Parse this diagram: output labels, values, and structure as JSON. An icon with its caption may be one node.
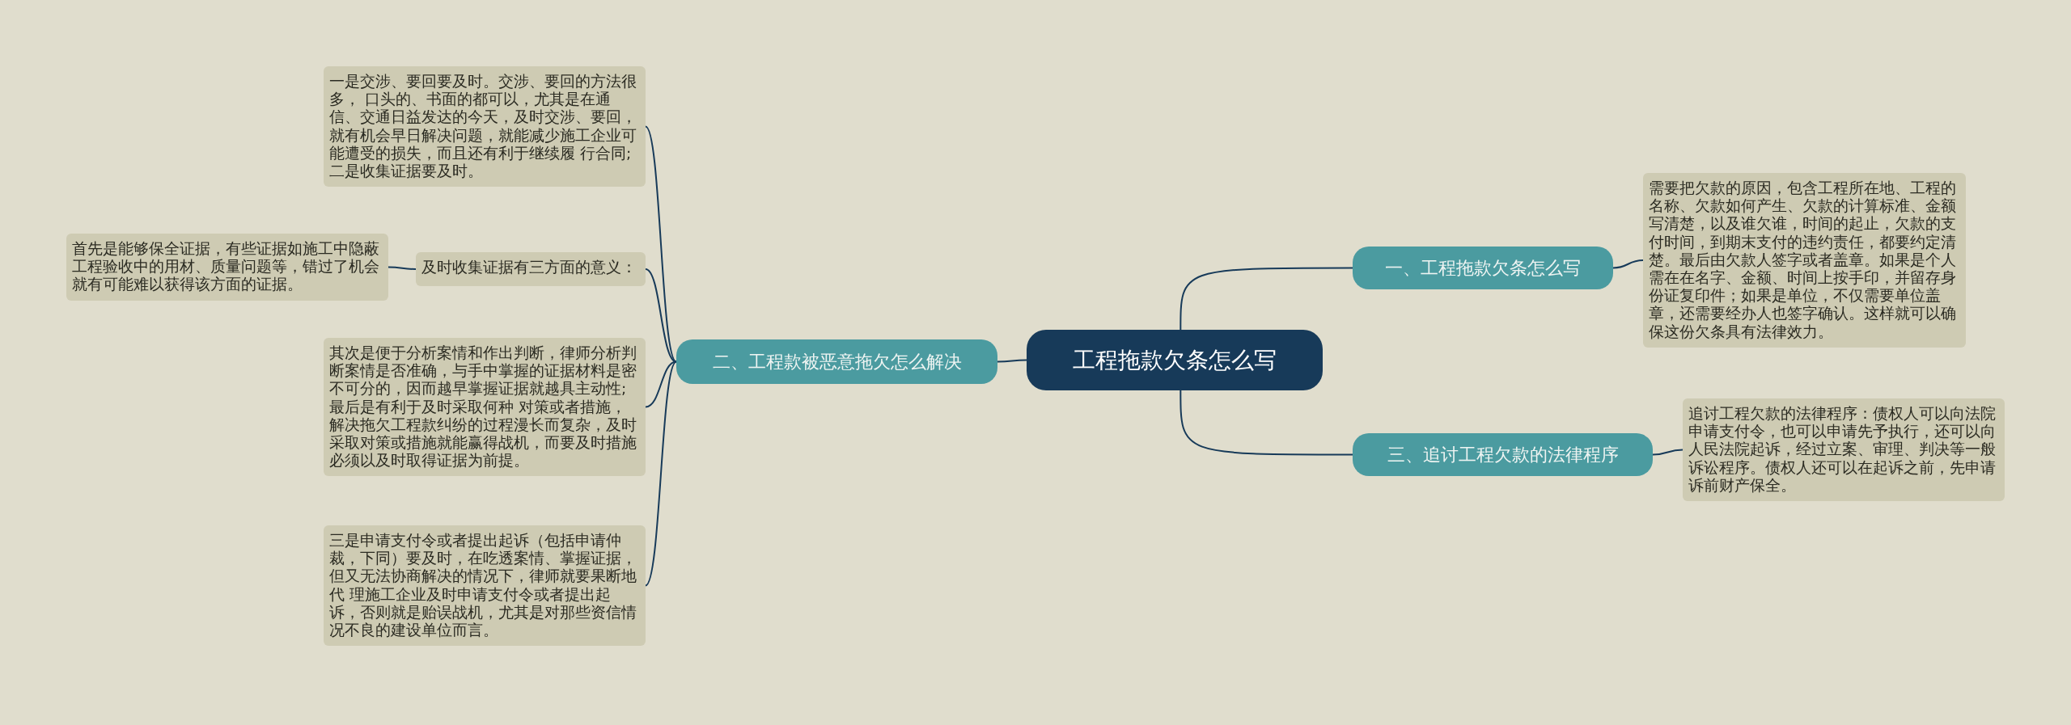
{
  "diagram": {
    "nodes": [
      {
        "text": [
          "工程拖款欠条怎么写"
        ]
      },
      {
        "text": [
          "一、工程拖款欠条怎么写"
        ]
      },
      {
        "text": [
          "需要把欠款的原因，包含工程所在地、工程的名称、欠款如何产生、欠款的计算标准、金额写清楚，以及谁欠谁，时间的起止，欠款的支付时间，到期末支付的违约责任，都要约定清楚。最后由欠款人签字或者盖章。如果是个人需在在名字、金额、时间上按手印，并留存身份证复印件；如果是单位，不仅需要单位盖章，还需要经办人也签字确认。这样就可以确保这份欠条具有法律效力。"
        ]
      },
      {
        "text": [
          "三、追讨工程欠款的法律程序"
        ]
      },
      {
        "text": [
          "追讨工程欠款的法律程序：债权人可以向法院申请支付令，也可以申请先予执行，还可以向人民法院起诉，经过立案、审理、判决等一般诉讼程序。债权人还可以在起诉之前，先申请诉前财产保全。"
        ]
      },
      {
        "text": [
          "二、工程款被恶意拖欠怎么解决"
        ]
      },
      {
        "text": [
          "一是交涉、要回要及时。交涉、要回的方法很多， 口头的、书面的都可以，尤其是在通信、交通日益发达的今天，及时交涉、要回，就有机会早日解决问题，就能减少施工企业可能遭受的损失，而且还有利于继续履 行合同;二是收集证据要及时。"
        ]
      },
      {
        "text": [
          "及时收集证据有三方面的意义："
        ]
      },
      {
        "text": [
          "首先是能够保全证据，有些证据如施工中隐蔽工程验收中的用材、质量问题等，错过了机会就有可能难以获得该方面的证据。"
        ]
      },
      {
        "text": [
          "其次是便于分析案情和作出判断，律师分析判断案情是否准确，与手中掌握的证据材料是密不可分的，因而越早掌握证据就越具主动性;最后是有利于及时采取何种 对策或者措施，解决拖欠工程款纠纷的过程漫长而复杂，及时采取对策或措施就能赢得战机，而要及时措施必须以及时取得证据为前提。"
        ]
      },
      {
        "text": [
          "三是申请支付令或者提出起诉（包括申请仲裁，下同）要及时，在吃透案情、掌握证据，但又无法协商解决的情况下，律师就要果断地代 理施工企业及时申请支付令或者提出起诉，否则就是贻误战机，尤其是对那些资信情况不良的建设单位而言。"
        ]
      }
    ],
    "edges": [
      {
        "from": 0,
        "to": 1,
        "arrow": "none"
      },
      {
        "from": 1,
        "to": 2,
        "arrow": "none"
      },
      {
        "from": 0,
        "to": 3,
        "arrow": "none"
      },
      {
        "from": 3,
        "to": 4,
        "arrow": "none"
      },
      {
        "from": 0,
        "to": 5,
        "arrow": "none"
      },
      {
        "from": 5,
        "to": 6,
        "arrow": "none"
      },
      {
        "from": 5,
        "to": 7,
        "arrow": "none"
      },
      {
        "from": 7,
        "to": 8,
        "arrow": "none"
      },
      {
        "from": 5,
        "to": 9,
        "arrow": "none"
      },
      {
        "from": 5,
        "to": 10,
        "arrow": "none"
      }
    ]
  }
}
